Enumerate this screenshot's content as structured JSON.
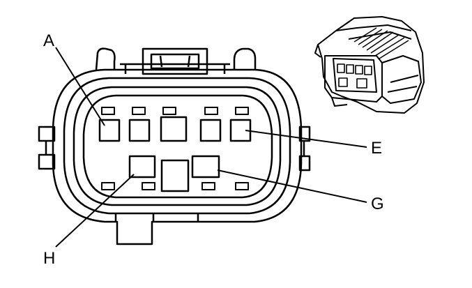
{
  "diagram": {
    "pin_labels": {
      "a": "A",
      "e": "E",
      "g": "G",
      "h": "H"
    },
    "line_color": "#000000",
    "background_color": "#ffffff"
  }
}
